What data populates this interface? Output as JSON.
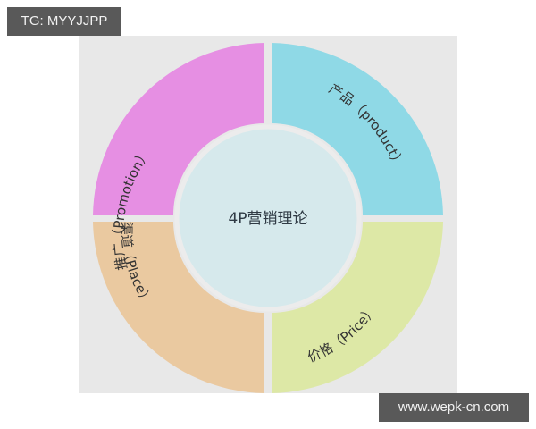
{
  "watermarks": {
    "top_left": "TG: MYYJJPP",
    "bottom_right": "www.wepk-cn.com"
  },
  "diagram": {
    "center_label": "4P营销理论",
    "colors": {
      "panel_bg": "#e8e8e8",
      "center_fill": "#d6e9ec",
      "center_border": "#ececec"
    },
    "quadrants": [
      {
        "id": "promotion",
        "label": "推广（Promotion）",
        "position": "top-left",
        "color": "#e68fe3"
      },
      {
        "id": "product",
        "label": "产品（product）",
        "position": "top-right",
        "color": "#8fd9e6"
      },
      {
        "id": "place",
        "label": "渠道（Place）",
        "position": "bottom-left",
        "color": "#eac9a0"
      },
      {
        "id": "price",
        "label": "价格（Price）",
        "position": "bottom-right",
        "color": "#dde8a6"
      }
    ]
  }
}
